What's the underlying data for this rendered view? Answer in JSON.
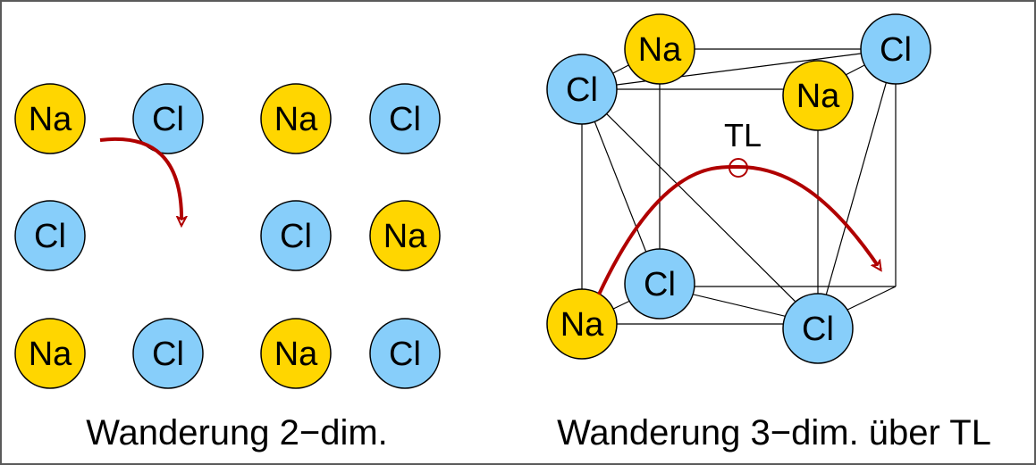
{
  "colors": {
    "na": "#FFD600",
    "cl": "#87CEFA",
    "arrow": "#B00000",
    "atom_outline": "#000000",
    "border": "#5a5a5a"
  },
  "panel_2d": {
    "caption": "Wanderung 2−dim.",
    "atoms": [
      {
        "label": "Na",
        "type": "na"
      },
      {
        "label": "Cl",
        "type": "cl"
      },
      {
        "label": "Na",
        "type": "na"
      },
      {
        "label": "Cl",
        "type": "cl"
      },
      {
        "label": "Cl",
        "type": "cl"
      },
      {
        "label": "",
        "type": "vacancy"
      },
      {
        "label": "Cl",
        "type": "cl"
      },
      {
        "label": "Na",
        "type": "na"
      },
      {
        "label": "Na",
        "type": "na"
      },
      {
        "label": "Cl",
        "type": "cl"
      },
      {
        "label": "Na",
        "type": "na"
      },
      {
        "label": "Cl",
        "type": "cl"
      }
    ]
  },
  "panel_3d": {
    "caption": "Wanderung 3−dim. über TL",
    "transition_label": "TL",
    "atoms": [
      {
        "label": "Na",
        "type": "na",
        "position": "back-top-left"
      },
      {
        "label": "Cl",
        "type": "cl",
        "position": "back-top-right"
      },
      {
        "label": "Cl",
        "type": "cl",
        "position": "front-top-left"
      },
      {
        "label": "Na",
        "type": "na",
        "position": "front-top-right"
      },
      {
        "label": "Cl",
        "type": "cl",
        "position": "back-bottom-left"
      },
      {
        "label": "Na",
        "type": "na",
        "position": "front-bottom-left"
      },
      {
        "label": "Cl",
        "type": "cl",
        "position": "front-bottom-right"
      }
    ]
  }
}
